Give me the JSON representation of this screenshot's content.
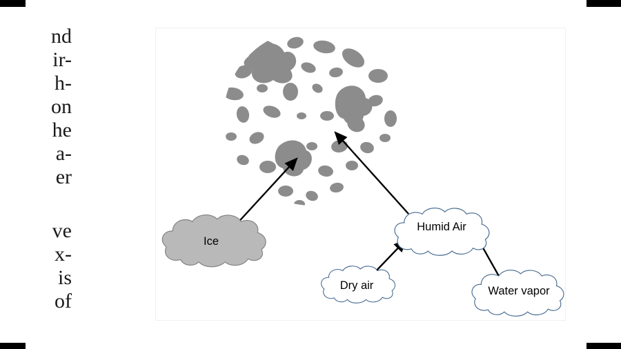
{
  "page": {
    "background": "#ffffff"
  },
  "left_column": {
    "fragments": [
      "nd",
      "ir-",
      "h-",
      "on",
      "he",
      "a-",
      "er",
      "ve",
      "x-",
      "is",
      "of"
    ]
  },
  "diagram": {
    "labels": {
      "ice": "Ice",
      "humid_air": "Humid Air",
      "dry_air": "Dry air",
      "water_vapor": "Water vapor"
    },
    "colors": {
      "moon_blob": "#8c8c8c",
      "ice_fill": "#b9b9b9",
      "ice_outline": "#808080",
      "cloud_fill": "#ffffff",
      "cloud_outline": "#44688f",
      "arrow": "#000000"
    }
  }
}
